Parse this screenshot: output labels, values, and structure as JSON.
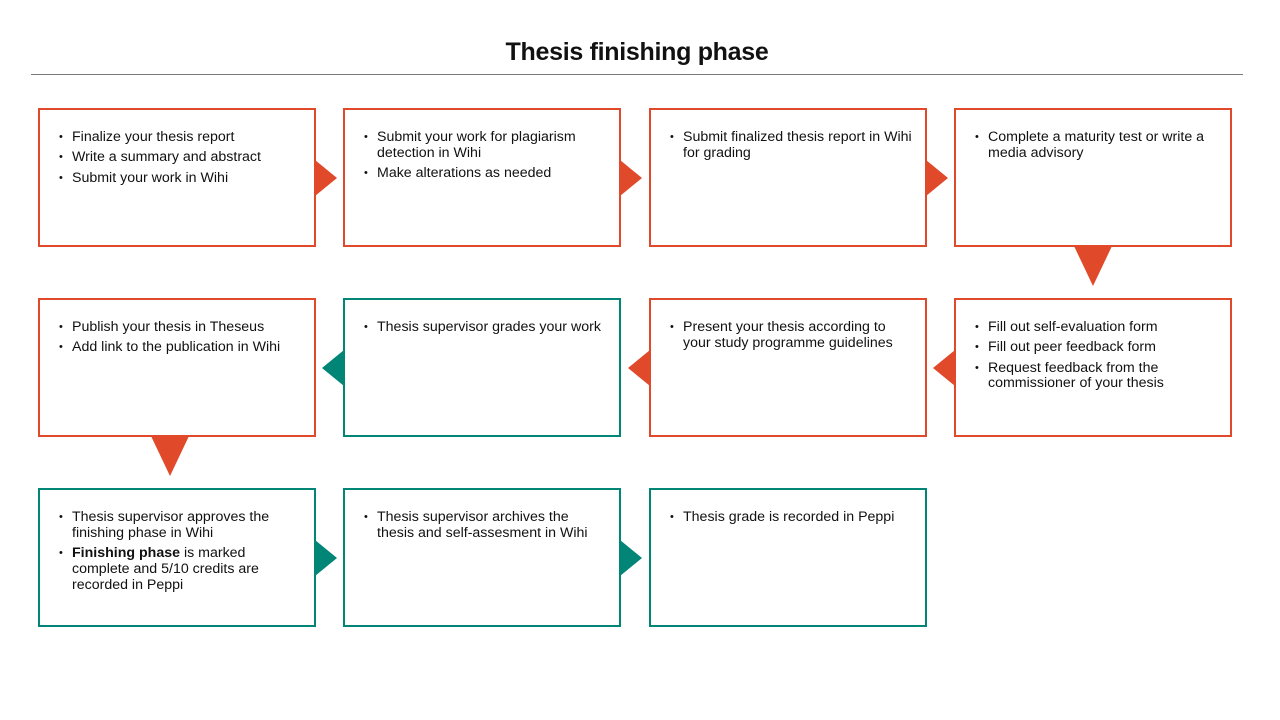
{
  "title": "Thesis finishing phase",
  "colors": {
    "orange": "#e0492a",
    "teal": "#008577",
    "rule": "#7a7a7a"
  },
  "steps": [
    {
      "color": "orange",
      "items": [
        "Finalize your thesis report",
        "Write a summary and abstract",
        "Submit your work in Wihi"
      ]
    },
    {
      "color": "orange",
      "items": [
        "Submit your work for plagiarism detection in Wihi",
        "Make alterations as needed"
      ]
    },
    {
      "color": "orange",
      "items": [
        "Submit finalized thesis report in Wihi for grading"
      ]
    },
    {
      "color": "orange",
      "items": [
        "Complete a maturity test or write a media advisory"
      ]
    },
    {
      "color": "orange",
      "items": [
        "Fill out self-evaluation form",
        "Fill out peer feedback form",
        "Request feedback from the commissioner of your thesis"
      ]
    },
    {
      "color": "orange",
      "items": [
        "Present your thesis according to your study programme guidelines"
      ]
    },
    {
      "color": "teal",
      "items": [
        "Thesis supervisor grades your work"
      ]
    },
    {
      "color": "orange",
      "items": [
        "Publish your thesis in Theseus",
        "Add link to the publication in Wihi"
      ]
    },
    {
      "color": "teal",
      "items": [
        "Thesis supervisor approves the finishing phase in Wihi",
        {
          "bold": "Finishing phase",
          "rest": " is marked complete and 5/10 credits are recorded in Peppi"
        }
      ]
    },
    {
      "color": "teal",
      "items": [
        "Thesis supervisor archives the thesis and self-assesment in Wihi"
      ]
    },
    {
      "color": "teal",
      "items": [
        "Thesis grade is recorded in Peppi"
      ]
    }
  ]
}
